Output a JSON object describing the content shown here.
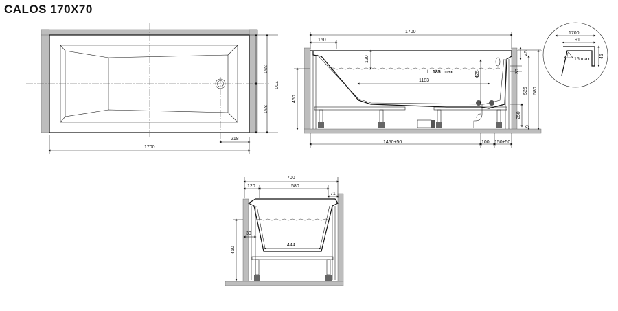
{
  "title": "CALOS 170X70",
  "top_view": {
    "length": "1700",
    "width": "700",
    "half_width_top": "350",
    "half_width_bottom": "350",
    "drain_offset": "218"
  },
  "side_view": {
    "length": "1700",
    "rim_offset": "150",
    "water_depth": "120",
    "label_l": "L",
    "label_l_value": "185",
    "label_l_unit": "max",
    "inner_length": "1183",
    "overflow_height": "425",
    "rim_thickness": "45",
    "overflow_from_rim": "30",
    "total_height_inner": "526",
    "total_height": "580",
    "front_height": "450",
    "drain_height": "250",
    "floor_gap": "9",
    "leg_span": "1450",
    "leg_tol": "±50",
    "gap_a": "100",
    "gap_b": "150±50"
  },
  "detail": {
    "length": "1700",
    "offset": "91",
    "max_label": "15 max",
    "height": "45"
  },
  "cross_section": {
    "width": "700",
    "rim_left": "120",
    "inner_top": "580",
    "rim_right": "71",
    "height": "450",
    "wall": "30",
    "bottom_width": "444"
  }
}
